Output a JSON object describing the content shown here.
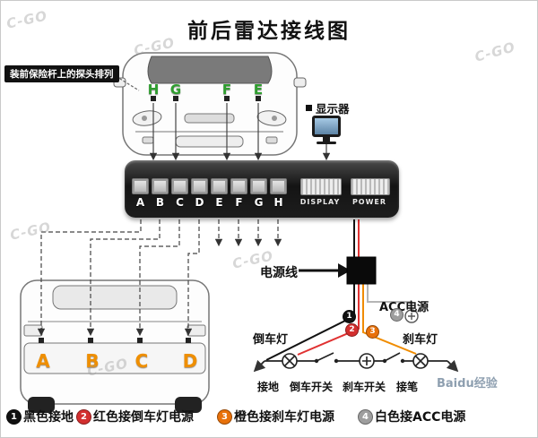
{
  "title": "前后雷达接线图",
  "front_note": "装前保险杆上的探头排列",
  "display_label": "显示器",
  "power_cable_label": "电源线",
  "acc_label": "ACC电源",
  "reverse_light_label": "倒车灯",
  "brake_light_label": "刹车灯",
  "bottom_labels": {
    "ground": "接地",
    "reverse_switch": "倒车开关",
    "brake_switch": "刹车开关",
    "tap": "接笔"
  },
  "front_sensors": [
    "H",
    "G",
    "F",
    "E"
  ],
  "rear_sensors": [
    "A",
    "B",
    "C",
    "D"
  ],
  "control_unit": {
    "ports": [
      "A",
      "B",
      "C",
      "D",
      "E",
      "F",
      "G",
      "H"
    ],
    "display_port": "DISPLAY",
    "power_port": "POWER"
  },
  "wire_badges": [
    {
      "num": "1",
      "color": "#111111"
    },
    {
      "num": "2",
      "color": "#d32f2f"
    },
    {
      "num": "3",
      "color": "#e8710a"
    },
    {
      "num": "4",
      "color": "#9e9e9e"
    }
  ],
  "legend": [
    {
      "num": "1",
      "color": "#111111",
      "text": "黑色接地"
    },
    {
      "num": "2",
      "color": "#d32f2f",
      "text": "红色接倒车灯电源"
    },
    {
      "num": "3",
      "color": "#e8710a",
      "text": "橙色接刹车灯电源"
    },
    {
      "num": "4",
      "color": "#9e9e9e",
      "text": "白色接ACC电源"
    }
  ],
  "watermark": "C-GO",
  "site_watermark": "Baidu经验",
  "colors": {
    "wire_black": "#111111",
    "wire_red": "#e03131",
    "wire_orange": "#f08c00",
    "wire_white": "#b5b5b5",
    "front_sensor_letter": "#2f9e2f",
    "rear_sensor_letter": "#ef8f00"
  }
}
